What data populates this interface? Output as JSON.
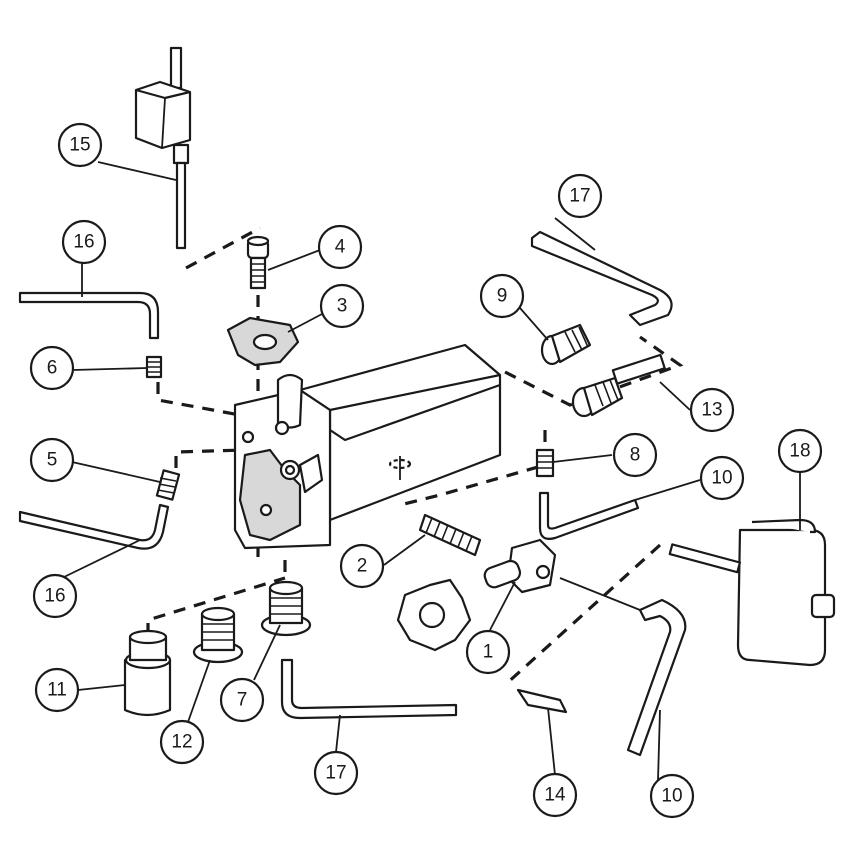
{
  "callouts": [
    {
      "id": "c1",
      "label": "1"
    },
    {
      "id": "c2",
      "label": "2"
    },
    {
      "id": "c3",
      "label": "3"
    },
    {
      "id": "c4",
      "label": "4"
    },
    {
      "id": "c5",
      "label": "5"
    },
    {
      "id": "c6",
      "label": "6"
    },
    {
      "id": "c7",
      "label": "7"
    },
    {
      "id": "c8",
      "label": "8"
    },
    {
      "id": "c9",
      "label": "9"
    },
    {
      "id": "c10a",
      "label": "10"
    },
    {
      "id": "c10b",
      "label": "10"
    },
    {
      "id": "c11",
      "label": "11"
    },
    {
      "id": "c12",
      "label": "12"
    },
    {
      "id": "c13",
      "label": "13"
    },
    {
      "id": "c14",
      "label": "14"
    },
    {
      "id": "c15",
      "label": "15"
    },
    {
      "id": "c16a",
      "label": "16"
    },
    {
      "id": "c16b",
      "label": "16"
    },
    {
      "id": "c17a",
      "label": "17"
    },
    {
      "id": "c17b",
      "label": "17"
    },
    {
      "id": "c18",
      "label": "18"
    }
  ]
}
